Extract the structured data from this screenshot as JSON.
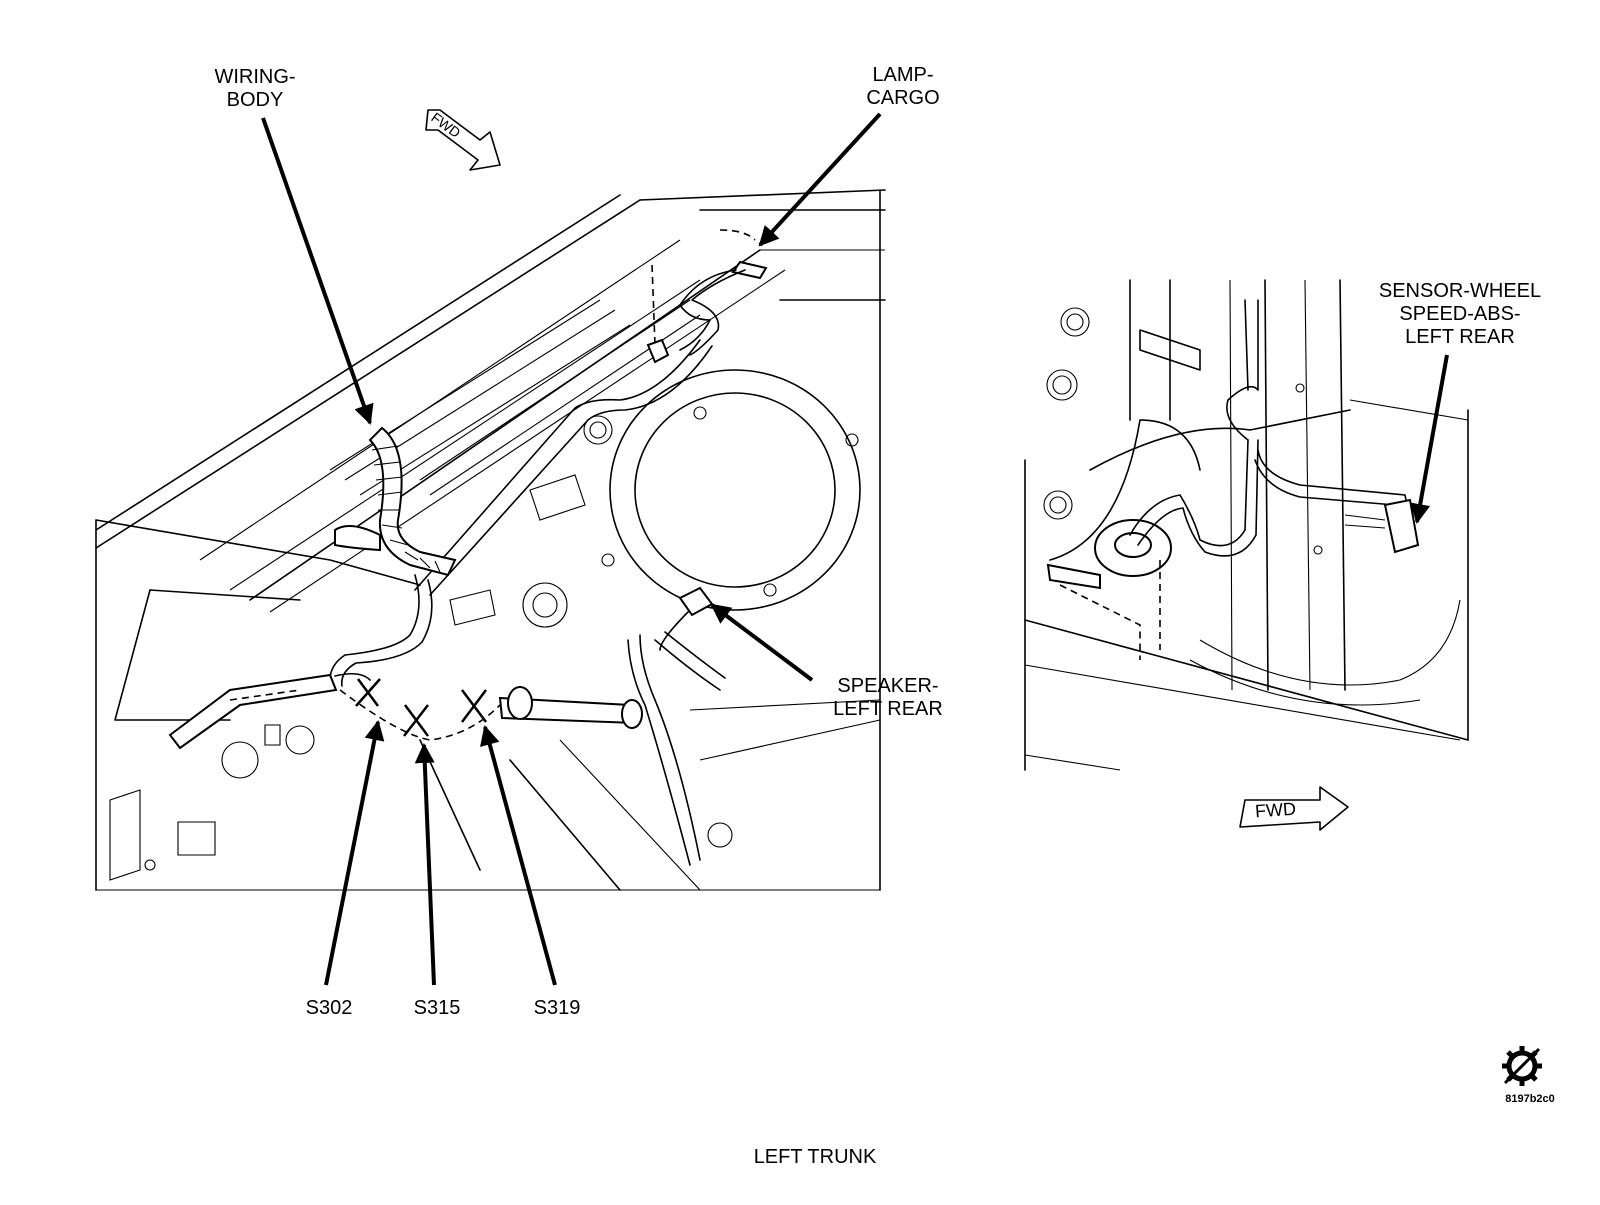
{
  "labels": {
    "wiring_body": [
      "WIRING-",
      "BODY"
    ],
    "lamp_cargo": [
      "LAMP-",
      "CARGO"
    ],
    "speaker_left_rear": [
      "SPEAKER-",
      "LEFT REAR"
    ],
    "sensor_wheel": [
      "SENSOR-WHEEL",
      "SPEED-ABS-",
      "LEFT REAR"
    ],
    "fwd_left": "FWD",
    "fwd_right": "FWD",
    "s302": "S302",
    "s315": "S315",
    "s319": "S319",
    "caption": "LEFT TRUNK",
    "figure_id": "8197b2c0"
  },
  "icons": {
    "logo": "gear-slash-icon"
  }
}
